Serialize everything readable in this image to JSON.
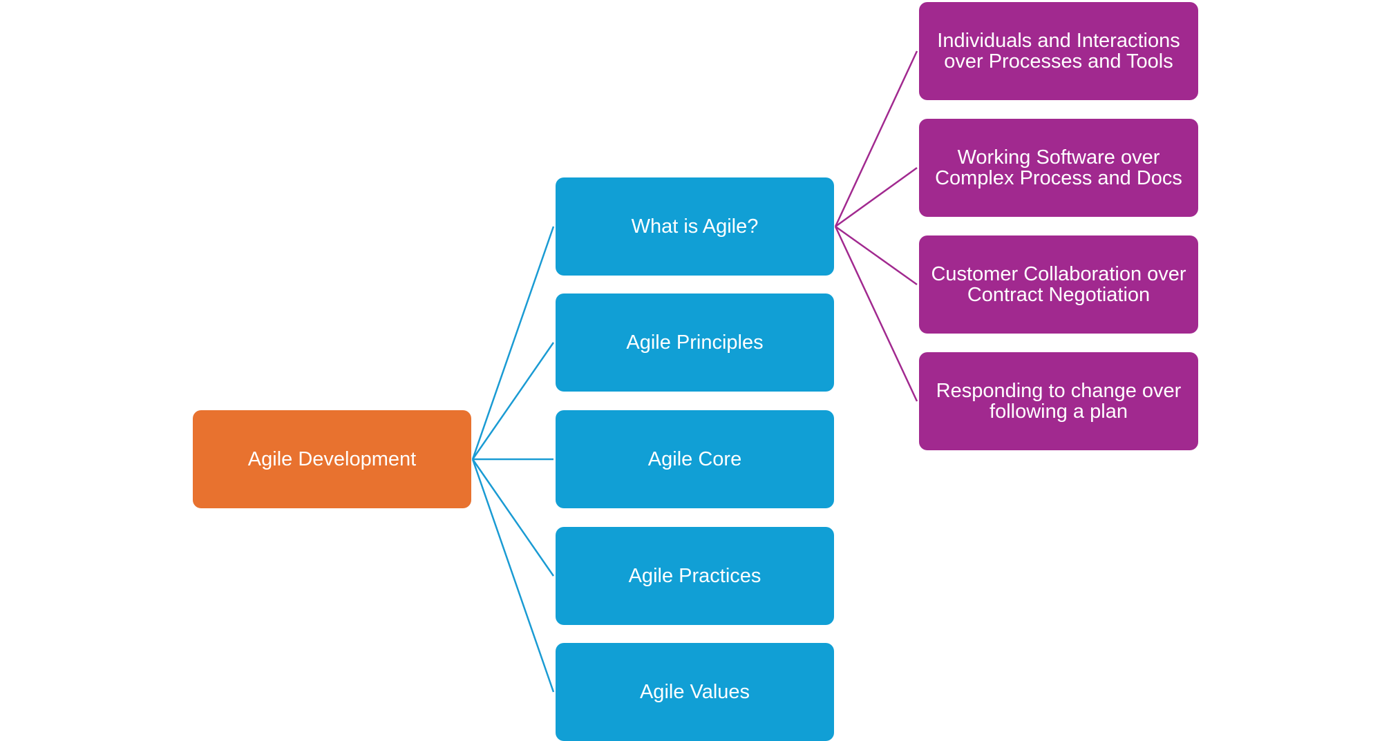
{
  "colors": {
    "root": "#E8722F",
    "level1": "#119FD5",
    "level2": "#A1298F",
    "level1_connector": "#1A9BD3",
    "level2_connector": "#A1298F"
  },
  "diagram": {
    "root": {
      "label": "Agile Development"
    },
    "children": [
      {
        "label": "What is Agile?",
        "children": [
          {
            "label": "Individuals and Interactions\nover Processes and Tools"
          },
          {
            "label": "Working Software over\nComplex Process and Docs"
          },
          {
            "label": "Customer Collaboration over\nContract Negotiation"
          },
          {
            "label": "Responding to change over\nfollowing a plan"
          }
        ]
      },
      {
        "label": "Agile Principles"
      },
      {
        "label": "Agile Core"
      },
      {
        "label": "Agile Practices"
      },
      {
        "label": "Agile Values"
      }
    ]
  }
}
